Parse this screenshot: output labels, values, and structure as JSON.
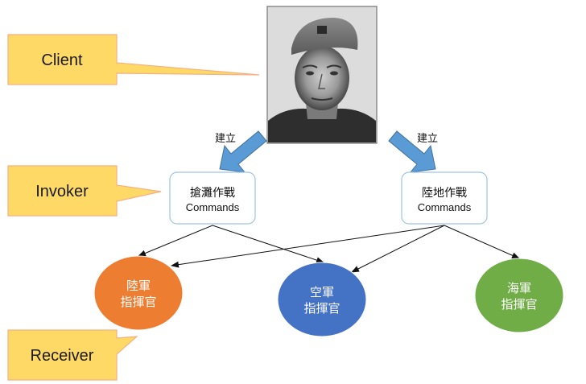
{
  "callouts": {
    "client": "Client",
    "invoker": "Invoker",
    "receiver": "Receiver"
  },
  "arrow_labels": {
    "left": "建立",
    "right": "建立"
  },
  "commands": {
    "left": {
      "line1": "搶灘作戰",
      "line2": "Commands"
    },
    "right": {
      "line1": "陸地作戰",
      "line2": "Commands"
    }
  },
  "receivers": {
    "army": {
      "line1": "陸軍",
      "line2": "指揮官",
      "color": "#ED7D31"
    },
    "airforce": {
      "line1": "空軍",
      "line2": "指揮官",
      "color": "#4472C4"
    },
    "navy": {
      "line1": "海軍",
      "line2": "指揮官",
      "color": "#70AD47"
    }
  },
  "colors": {
    "callout_fill": "#FFD966",
    "callout_stroke": "#F4B183",
    "box_stroke": "#9DC3E6",
    "blue_arrow": "#5B9BD5"
  }
}
